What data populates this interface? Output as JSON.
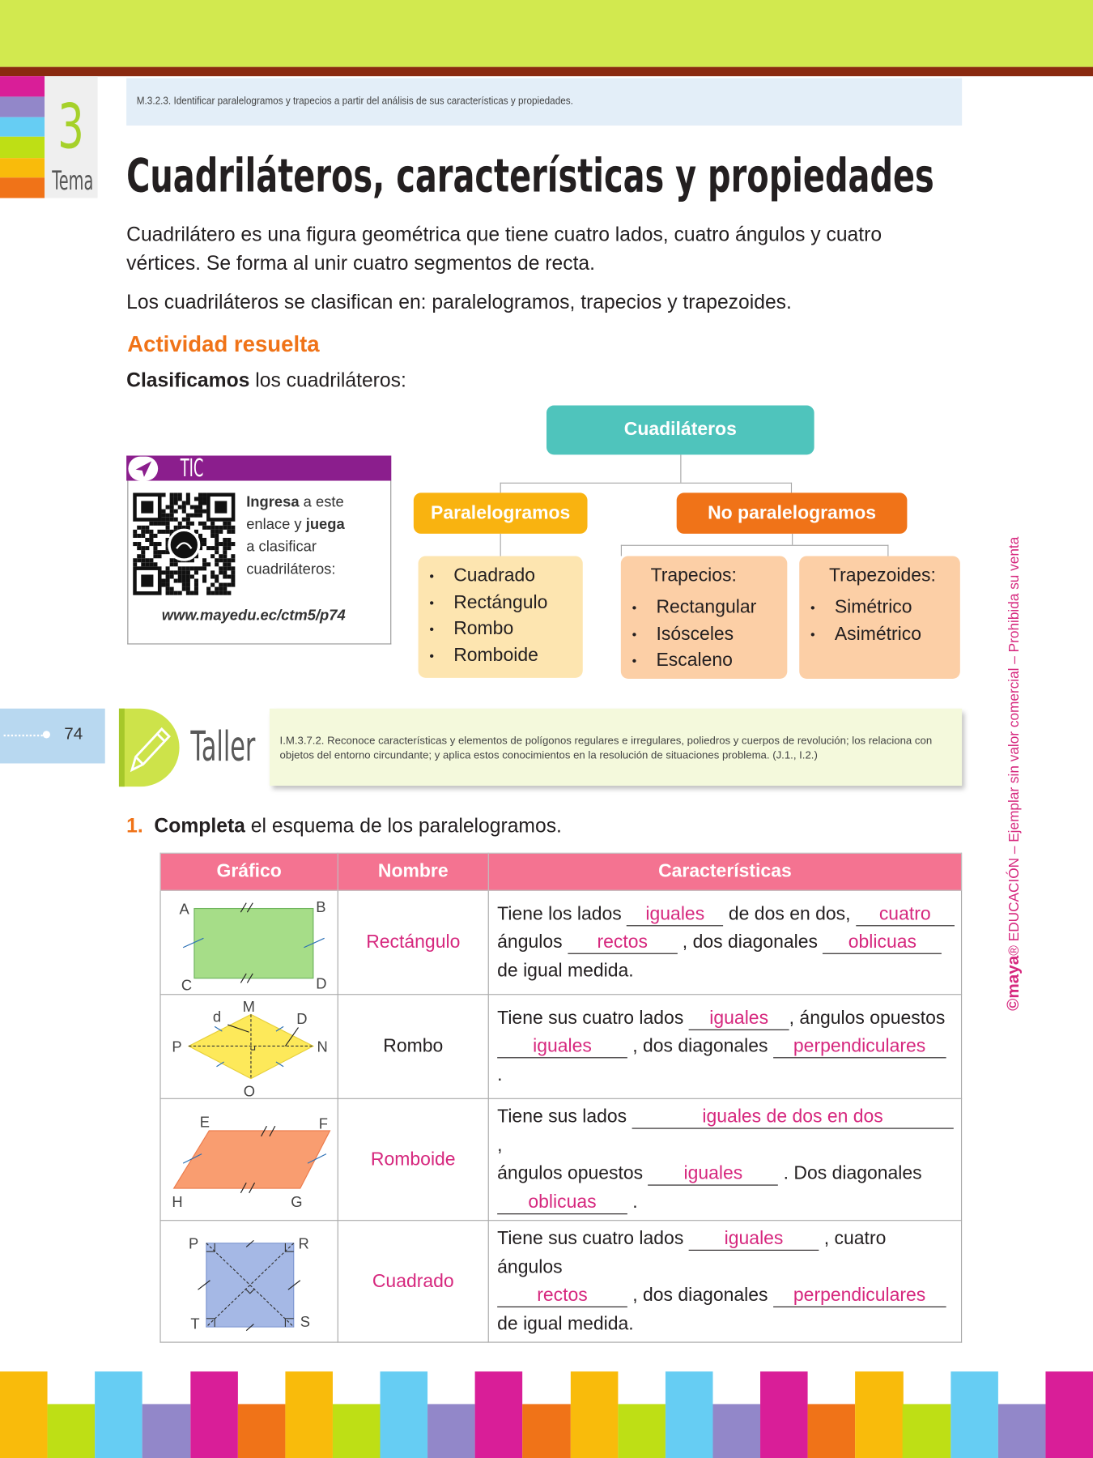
{
  "header": {
    "standard": "M.3.2.3. Identificar paralelogramos y trapecios a partir del análisis de sus características y propiedades.",
    "tema_number": "3",
    "tema_label": "Tema",
    "title": "Cuadriláteros, características y propiedades"
  },
  "intro": {
    "p1_line1": "Cuadrilátero es una figura geométrica que tiene cuatro lados, cuatro ángulos y cuatro",
    "p1_line2": "vértices. Se forma al unir cuatro segmentos de recta.",
    "p2": "Los cuadriláteros se clasifican en: paralelogramos, trapecios y trapezoides."
  },
  "activity": {
    "heading": "Actividad resuelta",
    "instruction_bold": "Clasificamos",
    "instruction_rest": " los cuadriláteros:"
  },
  "diagram": {
    "root": "Cuadiláteros",
    "paralelogramos": {
      "label": "Paralelogramos",
      "items": [
        "Cuadrado",
        "Rectángulo",
        "Rombo",
        "Romboide"
      ]
    },
    "no_paralelogramos": {
      "label": "No paralelogramos",
      "trapecios": {
        "label": "Trapecios:",
        "items": [
          "Rectangular",
          "Isósceles",
          "Escaleno"
        ]
      },
      "trapezoides": {
        "label": "Trapezoides:",
        "items": [
          "Simétrico",
          "Asimétrico"
        ]
      }
    }
  },
  "tic": {
    "label": "TIC",
    "t1": "Ingresa",
    "t2": " a este",
    "t3": "enlace y ",
    "t4": "juega",
    "t5": "a clasificar",
    "t6": "cuadriláteros:",
    "url": "www.mayedu.ec/ctm5/p74"
  },
  "page_number": "74",
  "taller": {
    "label": "Taller",
    "indicator": "I.M.3.7.2. Reconoce características y elementos de polígonos regulares e irregulares, poliedros y cuerpos de revolución; los relaciona con objetos del entorno circundante; y aplica estos conocimientos en la resolución de situaciones problema. (J.1., I.2.)"
  },
  "exercise": {
    "number": "1.",
    "bold": "Completa",
    "rest": " el esquema de los paralelogramos."
  },
  "table": {
    "headers": [
      "Gráfico",
      "Nombre",
      "Características"
    ],
    "rows": [
      {
        "name": "Rectángulo",
        "labels": [
          "A",
          "B",
          "C",
          "D"
        ],
        "t": [
          "Tiene los lados ",
          "iguales",
          " de dos en dos, ",
          "cuatro",
          "ángulos ",
          "rectos",
          " , dos diagonales ",
          "oblicuas",
          "de igual medida."
        ]
      },
      {
        "name": "Rombo",
        "labels": [
          "M",
          "N",
          "O",
          "P",
          "d",
          "D"
        ],
        "t": [
          "Tiene sus cuatro lados ",
          "iguales",
          ", ángulos opuestos",
          "iguales",
          " , dos diagonales ",
          "perpendiculares",
          " ."
        ]
      },
      {
        "name": "Romboide",
        "labels": [
          "E",
          "F",
          "G",
          "H"
        ],
        "t": [
          "Tiene sus lados ",
          "iguales de dos en dos",
          ",",
          "ángulos opuestos ",
          "iguales",
          " . Dos diagonales",
          "oblicuas",
          " ."
        ]
      },
      {
        "name": "Cuadrado",
        "labels": [
          "P",
          "R",
          "S",
          "T"
        ],
        "t": [
          "Tiene sus cuatro lados ",
          "iguales",
          " , cuatro ángulos",
          "rectos",
          " , dos diagonales ",
          "perpendiculares",
          "de igual medida."
        ]
      }
    ]
  },
  "sidebar": {
    "brand": "©maya",
    "rest": "® EDUCACIÓN – Ejemplar sin valor comercial – Prohibida su venta"
  },
  "colors": {
    "green": "#d2e94f",
    "brown": "#8a2a10",
    "teal": "#4fc4bc",
    "yellow": "#f9b310",
    "orange": "#f07318",
    "magenta": "#d6287e",
    "purple": "#8b1e8d",
    "pink_header": "#f47391"
  }
}
